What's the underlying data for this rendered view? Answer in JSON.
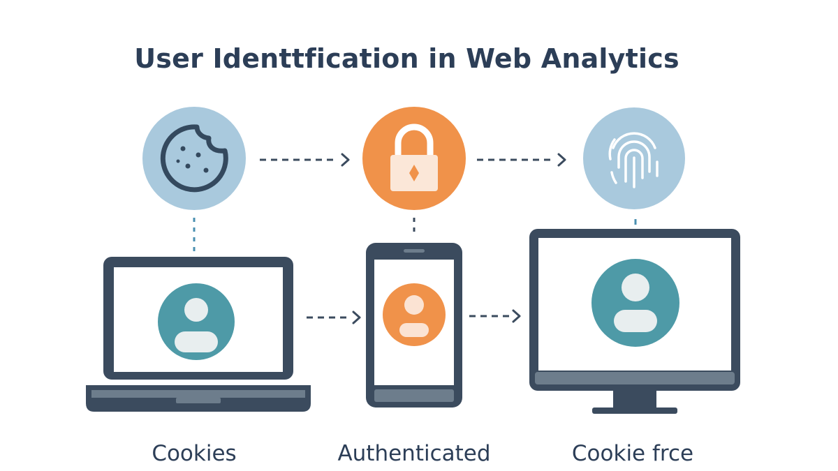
{
  "title": "User Identtfication in Web Analytics",
  "methods": [
    {
      "label": "Cookies",
      "icon": "cookie-icon",
      "device": "laptop"
    },
    {
      "label": "Authenticated",
      "icon": "lock-icon",
      "device": "smartphone"
    },
    {
      "label": "Cookie frce",
      "icon": "fingerprint-icon",
      "device": "desktop-monitor"
    }
  ],
  "colors": {
    "dark": "#3b4b5e",
    "light_blue": "#a9c9dd",
    "orange": "#f0924a",
    "teal": "#4e9aa7",
    "screen": "#ffffff",
    "dots": "#4a8fb0",
    "text": "#2c3e57"
  }
}
